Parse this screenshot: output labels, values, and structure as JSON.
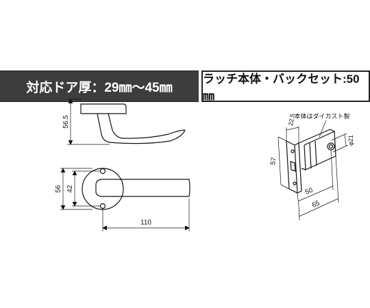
{
  "header": {
    "left_label": "対応ドア厚：29㎜～45㎜",
    "right_label": "ラッチ本体・バックセット:50㎜"
  },
  "side_view": {
    "height_label": "56.5"
  },
  "front_view": {
    "outer_label": "56",
    "inner_label": "42",
    "length_label": "110"
  },
  "latch": {
    "material_note": "本体はダイカスト製",
    "top_label": "22.5",
    "diameter_label": "φ21",
    "height_label": "57",
    "backset_label": "50",
    "total_label": "65"
  },
  "colors": {
    "header_dark": "#3d3d3d",
    "line": "#111111"
  }
}
